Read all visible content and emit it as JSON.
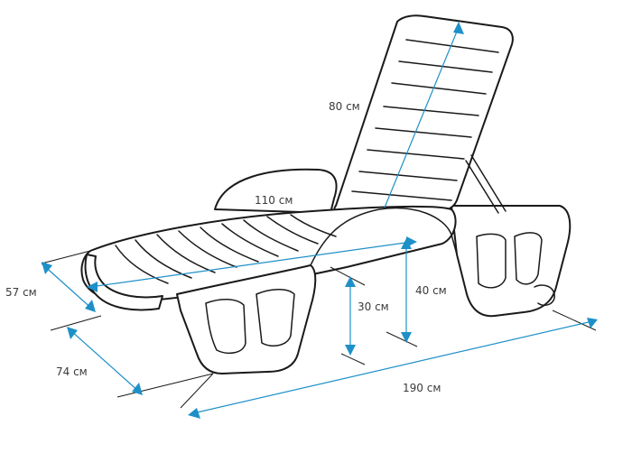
{
  "colors": {
    "dimension_line": "#1e90c8",
    "outline": "#1a1a1a",
    "label": "#3a3a3a"
  },
  "dimensions": {
    "backrest_length": "80 см",
    "seat_length": "110 см",
    "width_front": "57 см",
    "width_base": "74 см",
    "seat_height": "30 см",
    "back_height": "40 см",
    "total_length": "190 см"
  }
}
